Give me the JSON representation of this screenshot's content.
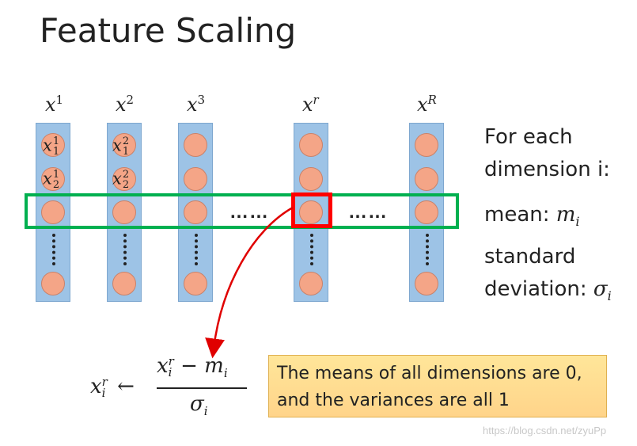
{
  "title": "Feature Scaling",
  "columns": [
    {
      "base": "x",
      "sup": "1",
      "cells": [
        {
          "base": "x",
          "sub": "1",
          "sup": "1"
        },
        {
          "base": "x",
          "sub": "2",
          "sup": "1"
        }
      ]
    },
    {
      "base": "x",
      "sup": "2",
      "cells": [
        {
          "base": "x",
          "sub": "1",
          "sup": "2"
        },
        {
          "base": "x",
          "sub": "2",
          "sup": "2"
        }
      ]
    },
    {
      "base": "x",
      "sup": "3"
    },
    {
      "base": "x",
      "sup": "r"
    },
    {
      "base": "x",
      "sup": "R"
    }
  ],
  "row_ellipsis": "……",
  "side": {
    "line1": "For each",
    "line2": "dimension i:",
    "mean_label": "mean: ",
    "mean_symbol": "m",
    "mean_sub": "i",
    "std_line1": "standard",
    "std_line2": "deviation: ",
    "std_symbol": "σ",
    "std_sub": "i"
  },
  "formula": {
    "lhs_base": "x",
    "lhs_sub": "i",
    "lhs_sup": "r",
    "arrow": "←",
    "num_base": "x",
    "num_sub": "i",
    "num_sup": "r",
    "minus": "−",
    "num_m": "m",
    "num_m_sub": "i",
    "den": "σ",
    "den_sub": "i"
  },
  "note": {
    "line1": "The means of all dimensions are 0,",
    "line2": "and the variances are all 1"
  },
  "watermark": "https://blog.csdn.net/zyuPp",
  "colors": {
    "column_fill": "#9dc3e6",
    "dot_fill": "#f4a587",
    "row_box": "#00b050",
    "highlight_box": "#ff0000",
    "arrow": "#e00000",
    "note_fill": "#ffe08a"
  }
}
